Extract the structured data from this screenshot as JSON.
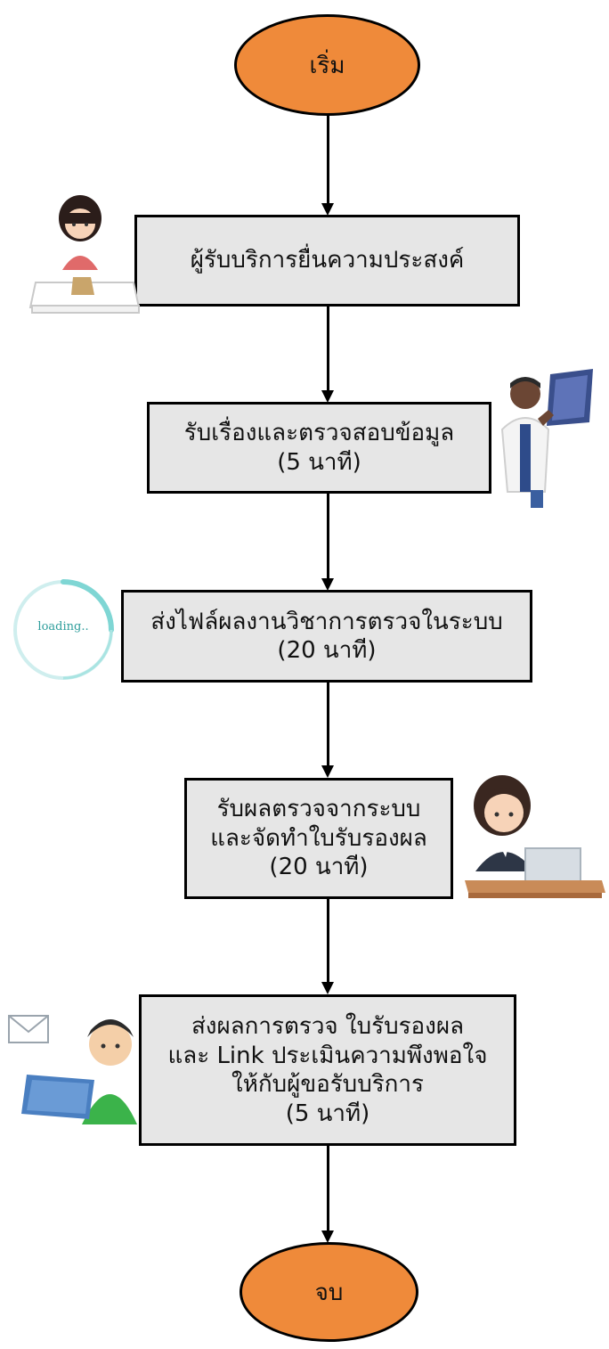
{
  "diagram": {
    "colors": {
      "terminal": "#ef8a3a",
      "process": "#e6e6e6",
      "stroke": "#000000"
    },
    "start": {
      "label": "เริ่ม"
    },
    "end": {
      "label": "จบ"
    },
    "steps": [
      {
        "lines": [
          "ผู้รับบริการยื่นความประสงค์"
        ],
        "icon": "woman-at-desk-icon"
      },
      {
        "lines": [
          "รับเรื่องและตรวจสอบข้อมูล",
          "(5 นาที)"
        ],
        "icon": "doctor-xray-icon"
      },
      {
        "lines": [
          "ส่งไฟล์ผลงานวิชาการตรวจในระบบ",
          "(20 นาที)"
        ],
        "icon": "loading-icon",
        "icon_text": "loading.."
      },
      {
        "lines": [
          "รับผลตรวจจากระบบ",
          "และจัดทำใบรับรองผล",
          "(20 นาที)"
        ],
        "icon": "woman-laptop-icon"
      },
      {
        "lines": [
          "ส่งผลการตรวจ ใบรับรองผล",
          "และ Link ประเมินความพึงพอใจ",
          "ให้กับผู้ขอรับบริการ",
          "(5 นาที)"
        ],
        "icon": "man-laptop-mail-icon"
      }
    ]
  }
}
